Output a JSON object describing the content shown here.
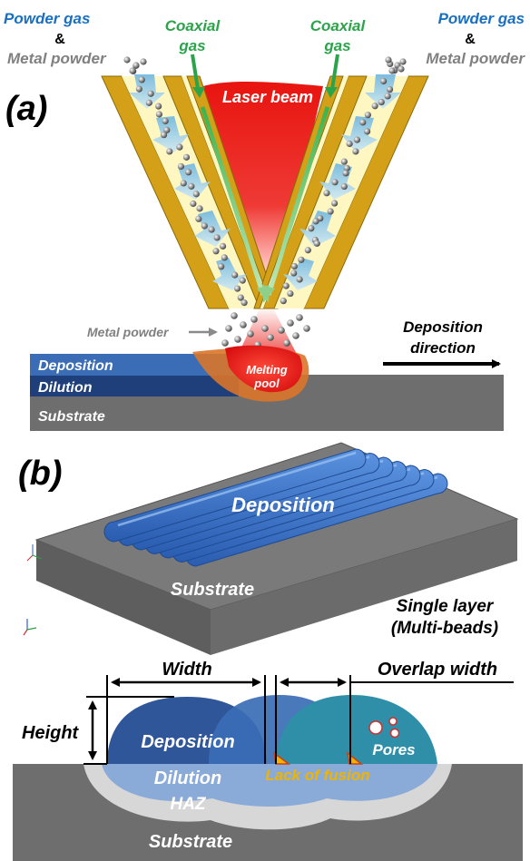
{
  "panel_a": {
    "tag": "(a)",
    "left_powder_gas": "Powder gas",
    "left_ampersand": "&",
    "left_metal_powder": "Metal powder",
    "left_coaxial_1": "Coaxial",
    "left_coaxial_2": "gas",
    "right_coaxial_1": "Coaxial",
    "right_coaxial_2": "gas",
    "right_powder_gas": "Powder gas",
    "right_ampersand": "&",
    "right_metal_powder": "Metal powder",
    "laser_beam": "Laser beam",
    "metal_powder_pointer": "Metal powder",
    "deposition_direction_1": "Deposition",
    "deposition_direction_2": "direction",
    "melting_pool_1": "Melting",
    "melting_pool_2": "pool",
    "layer_deposition": "Deposition",
    "layer_dilution": "Dilution",
    "layer_substrate": "Substrate"
  },
  "panel_b": {
    "tag": "(b)",
    "deposition": "Deposition",
    "substrate": "Substrate",
    "single_layer_1": "Single layer",
    "single_layer_2": "(Multi-beads)"
  },
  "panel_c": {
    "width": "Width",
    "overlap_width": "Overlap width",
    "height": "Height",
    "deposition": "Deposition",
    "dilution": "Dilution",
    "haz": "HAZ",
    "substrate": "Substrate",
    "pores": "Pores",
    "lack_of_fusion": "Lack of fusion"
  },
  "colors": {
    "powder_gas_blue": "#1a6fc0",
    "coaxial_green": "#2aa44a",
    "metal_powder_gray": "#888888",
    "nozzle_gold": "#d4a017",
    "laser_red": "#e8140f",
    "deposition_blue": "#3a6db5",
    "dilution_navy": "#1f3f7a",
    "substrate_gray": "#6e6e6e",
    "lack_of_fusion_yellow": "#f0b400"
  }
}
